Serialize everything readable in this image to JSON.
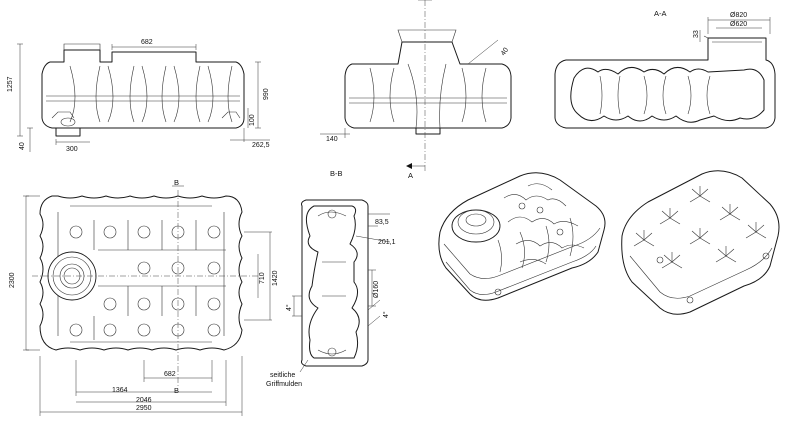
{
  "dimensions": {
    "front_width_top": "682",
    "height_total": "1257",
    "height_body": "990",
    "foot_height": "100",
    "foot_offset": "40",
    "foot_width": "300",
    "end_offset": "262,5",
    "side_dim": "140",
    "angle": "40",
    "section_top_a": "33",
    "dia_outer": "Ø820",
    "dia_inner": "Ø620",
    "plan_height": "2300",
    "plan_710": "710",
    "plan_1420": "1420",
    "plan_682": "682",
    "plan_1364": "1364",
    "plan_2046": "2046",
    "plan_2950": "2950",
    "bb_83": "83,5",
    "bb_201": "201,1",
    "bb_dia160": "Ø160",
    "bb_4a": "4°",
    "bb_4b": "4°"
  },
  "labels": {
    "section_aa": "A-A",
    "section_bb": "B-B",
    "marker_a": "A",
    "marker_b_top": "B",
    "marker_b_bottom": "B",
    "note_line1": "seitliche",
    "note_line2": "Griffmulden"
  }
}
